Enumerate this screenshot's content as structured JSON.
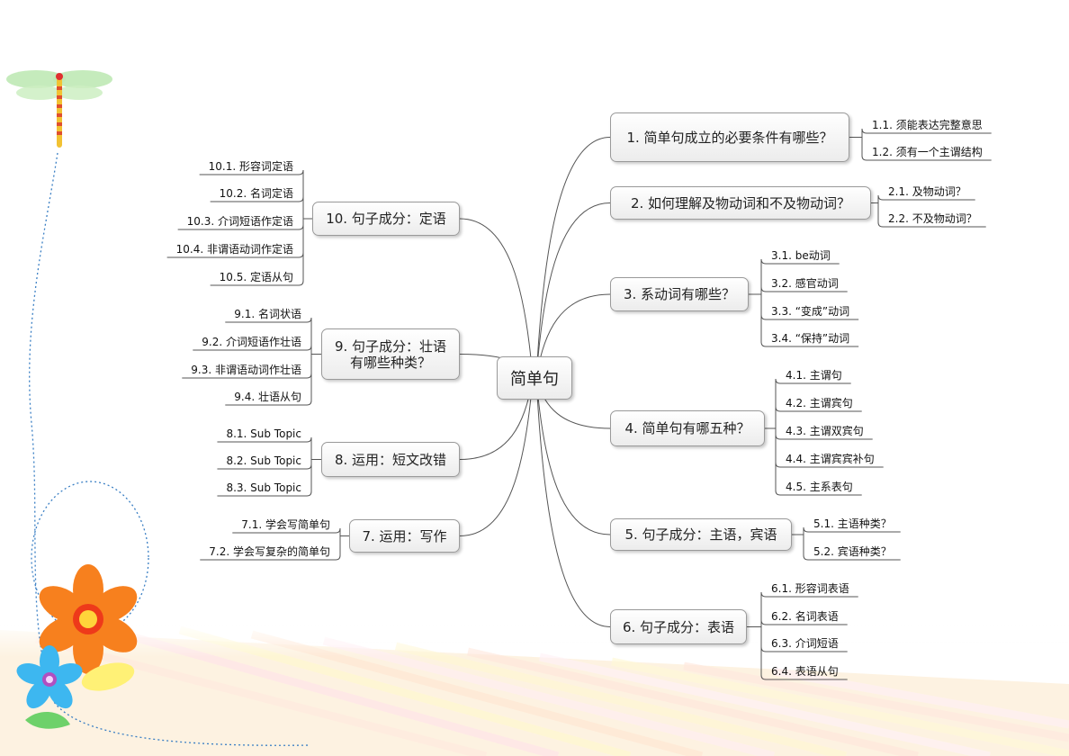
{
  "central": {
    "label": "简单句"
  },
  "branches": [
    {
      "label": "1. 简单句成立的必要条件有哪些？",
      "subs": [
        "1.1. 须能表达完整意思",
        "1.2. 须有一个主谓结构"
      ]
    },
    {
      "label": "2. 如何理解及物动词和不及物动词？",
      "subs": [
        "2.1. 及物动词？",
        "2.2. 不及物动词？"
      ]
    },
    {
      "label": "3. 系动词有哪些？",
      "subs": [
        "3.1. be动词",
        "3.2. 感官动词",
        "3.3. “变成”动词",
        "3.4. “保持”动词"
      ]
    },
    {
      "label": "4. 简单句有哪五种？",
      "subs": [
        "4.1. 主谓句",
        "4.2. 主谓宾句",
        "4.3. 主谓双宾句",
        "4.4. 主谓宾宾补句",
        "4.5. 主系表句"
      ]
    },
    {
      "label": "5. 句子成分：主语，宾语",
      "subs": [
        "5.1. 主语种类？",
        "5.2. 宾语种类？"
      ]
    },
    {
      "label": "6. 句子成分：表语",
      "subs": [
        "6.1. 形容词表语",
        "6.2. 名词表语",
        "6.3. 介词短语",
        "6.4. 表语从句"
      ]
    },
    {
      "label": "7. 运用：写作",
      "subs": [
        "7.1. 学会写简单句",
        "7.2. 学会写复杂的简单句"
      ]
    },
    {
      "label": "8. 运用：短文改错",
      "subs": [
        "8.1. Sub Topic",
        "8.2. Sub Topic",
        "8.3. Sub Topic"
      ]
    },
    {
      "label": "9. 句子成分：壮语有哪些种类？",
      "label_lines": [
        "9. 句子成分：壮语",
        "有哪些种类？"
      ],
      "subs": [
        "9.1. 名词状语",
        "9.2. 介词短语作壮语",
        "9.3. 非谓语动词作壮语",
        "9.4. 壮语从句"
      ]
    },
    {
      "label": "10. 句子成分：定语",
      "subs": [
        "10.1. 形容词定语",
        "10.2. 名词定语",
        "10.3. 介词短语作定语",
        "10.4. 非谓语动词作定语",
        "10.5. 定语从句"
      ]
    }
  ],
  "colors": {
    "line": "#555555",
    "node_border": "#9a9a9a",
    "dotted": "#3a7fc4"
  }
}
